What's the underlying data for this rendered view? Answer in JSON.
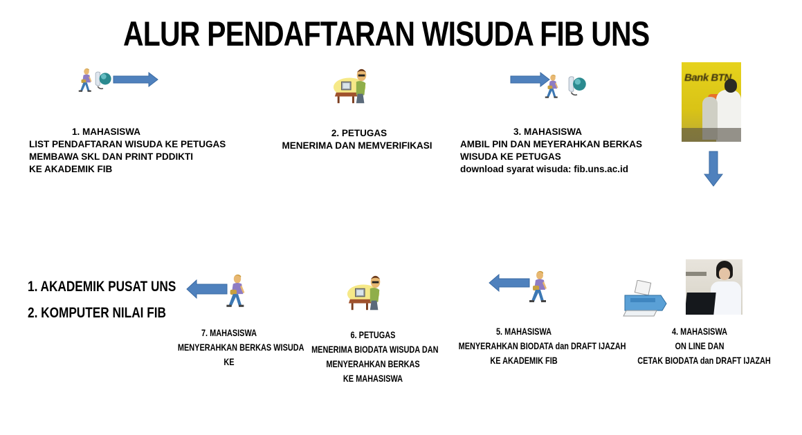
{
  "title": "ALUR PENDAFTARAN WISUDA FIB UNS",
  "colors": {
    "arrow": "#4f81bd",
    "arrow_border": "#3a6aa3",
    "text": "#000000",
    "background": "#ffffff",
    "bank_yellow": "#e8d21a"
  },
  "steps": [
    {
      "number": "1",
      "heading": "1. MAHASISWA",
      "lines": [
        "LIST PENDAFTARAN WISUDA KE PETUGAS",
        "MEMBAWA SKL DAN PRINT PDDIKTI",
        "KE AKADEMIK FIB"
      ],
      "icons": [
        "student-walking-icon",
        "computer-icon",
        "arrow-right-icon"
      ]
    },
    {
      "number": "2",
      "heading": "2. PETUGAS",
      "lines": [
        "MENERIMA DAN MEMVERIFIKASI"
      ],
      "icons": [
        "officer-at-desk-icon"
      ]
    },
    {
      "number": "3",
      "heading": "3. MAHASISWA",
      "lines": [
        "AMBIL PIN DAN MEYERAHKAN BERKAS",
        "WISUDA KE PETUGAS",
        "download syarat wisuda: fib.uns.ac.id"
      ],
      "icons": [
        "arrow-right-icon",
        "student-walking-icon",
        "computer-icon"
      ]
    },
    {
      "number": "bank",
      "image_label": "Bank BTN",
      "icons": [
        "bank-btn-photo",
        "arrow-down-icon"
      ]
    },
    {
      "number": "4",
      "heading": "4. MAHASISWA",
      "lines": [
        "ON LINE DAN",
        "CETAK BIODATA dan DRAFT IJAZAH"
      ],
      "icons": [
        "printer-icon",
        "woman-laptop-photo"
      ]
    },
    {
      "number": "5",
      "heading": "5. MAHASISWA",
      "lines": [
        "MENYERAHKAN BIODATA dan DRAFT IJAZAH",
        "KE AKADEMIK FIB"
      ],
      "icons": [
        "arrow-left-icon",
        "student-walking-icon"
      ]
    },
    {
      "number": "6",
      "heading": "6. PETUGAS",
      "lines": [
        "MENERIMA BIODATA WISUDA DAN",
        "MENYERAHKAN BERKAS",
        "KE MAHASISWA"
      ],
      "icons": [
        "officer-at-desk-icon"
      ]
    },
    {
      "number": "7",
      "heading": "7. MAHASISWA",
      "lines": [
        "MENYERAHKAN BERKAS WISUDA",
        "KE"
      ],
      "icons": [
        "arrow-left-icon",
        "student-walking-icon"
      ]
    }
  ],
  "destinations": [
    "1. AKADEMIK PUSAT UNS",
    "2. KOMPUTER NILAI FIB"
  ]
}
